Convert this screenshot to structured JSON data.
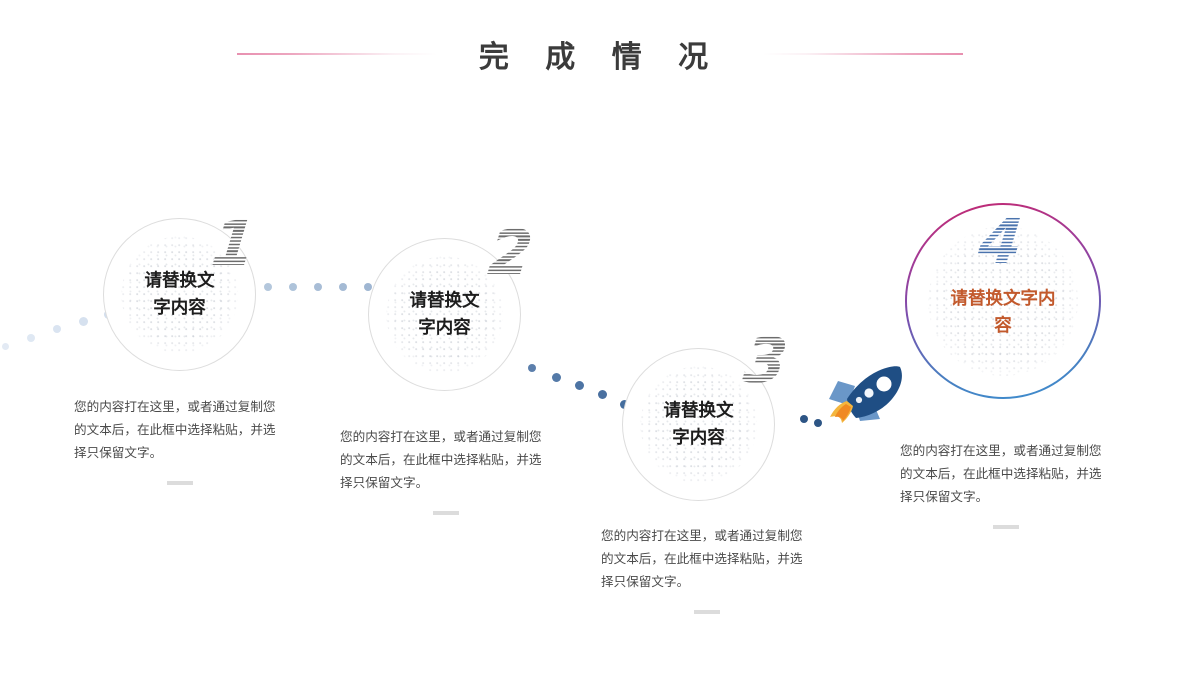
{
  "slide": {
    "title": "完 成 情 况",
    "background_color": "#ffffff"
  },
  "colors": {
    "title_text": "#3b3b3b",
    "title_rule_pink": "#e890b0",
    "circle_border_inactive": "#dddddd",
    "circle_label_inactive": "#1d1d1d",
    "circle_label_active": "#c2592c",
    "active_ring_gradient_start": "#c6276e",
    "active_ring_gradient_mid": "#7a4fae",
    "active_ring_gradient_end": "#3b8fd0",
    "numeral_gray": "#6d6d6d",
    "numeral_blue": "#4a73ad",
    "body_text": "#4a4a4a",
    "dash_separator": "#dcdcdc",
    "dot_trail_pale": "#dce5f0",
    "dot_trail_light": "#a8bdd6",
    "dot_trail_strong": "#456e9e",
    "rocket_body": "#1f4e84",
    "rocket_fin": "#6a97c8",
    "rocket_flame": "#f0a12a"
  },
  "steps": [
    {
      "number": "1",
      "numeral_style": "gray",
      "active": false,
      "label": "请替换文\n字内容",
      "label_line_1": "请替换文",
      "label_line_2": "字内容",
      "description": "您的内容打在这里，或者通过复制您的文本后，在此框中选择粘贴，并选择只保留文字。"
    },
    {
      "number": "2",
      "numeral_style": "gray",
      "active": false,
      "label": "请替换文\n字内容",
      "label_line_1": "请替换文",
      "label_line_2": "字内容",
      "description": "您的内容打在这里，或者通过复制您的文本后，在此框中选择粘贴，并选择只保留文字。"
    },
    {
      "number": "3",
      "numeral_style": "gray",
      "active": false,
      "label": "请替换文\n字内容",
      "label_line_1": "请替换文",
      "label_line_2": "字内容",
      "description": "您的内容打在这里，或者通过复制您的文本后，在此框中选择粘贴，并选择只保留文字。"
    },
    {
      "number": "4",
      "numeral_style": "blue",
      "active": true,
      "label": "请替换文字内\n容",
      "label_line_1": "请替换文字内",
      "label_line_2": "容",
      "description": "您的内容打在这里，或者通过复制您的文本后，在此框中选择粘贴，并选择只保留文字。"
    }
  ],
  "icons": {
    "rocket": "rocket-icon",
    "globe_pattern": "halftone-globe-pattern"
  }
}
